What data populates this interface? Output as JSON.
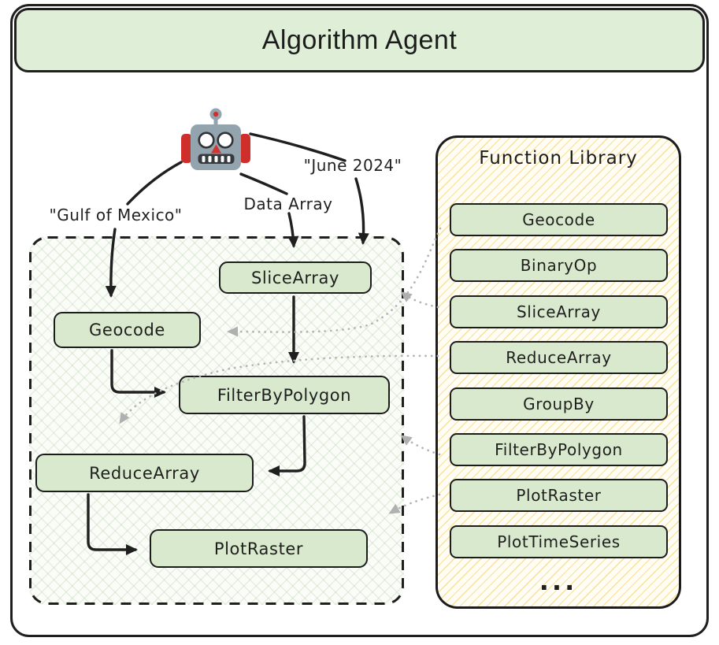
{
  "header": {
    "title": "Algorithm Agent"
  },
  "agent": {
    "icon": "robot-icon",
    "inputs": [
      {
        "label": "\"Gulf of Mexico\""
      },
      {
        "label": "Data Array"
      },
      {
        "label": "\"June 2024\""
      }
    ]
  },
  "workflow": {
    "nodes": [
      {
        "label": "SliceArray"
      },
      {
        "label": "Geocode"
      },
      {
        "label": "FilterByPolygon"
      },
      {
        "label": "ReduceArray"
      },
      {
        "label": "PlotRaster"
      }
    ]
  },
  "library": {
    "title": "Function Library",
    "items": [
      {
        "label": "Geocode"
      },
      {
        "label": "BinaryOp"
      },
      {
        "label": "SliceArray"
      },
      {
        "label": "ReduceArray"
      },
      {
        "label": "GroupBy"
      },
      {
        "label": "FilterByPolygon"
      },
      {
        "label": "PlotRaster"
      },
      {
        "label": "PlotTimeSeries"
      }
    ],
    "more_indicator": "..."
  },
  "colors": {
    "header_green": "#dfeed7",
    "node_green": "#d9e9cd",
    "hatch_yellow": "#f2c94c",
    "hatch_green": "#e4efde",
    "ink": "#1f1f1f",
    "dotted_gray": "#b3b3b3",
    "robot_gray": "#94a4ae",
    "robot_red": "#cf2f2a"
  }
}
